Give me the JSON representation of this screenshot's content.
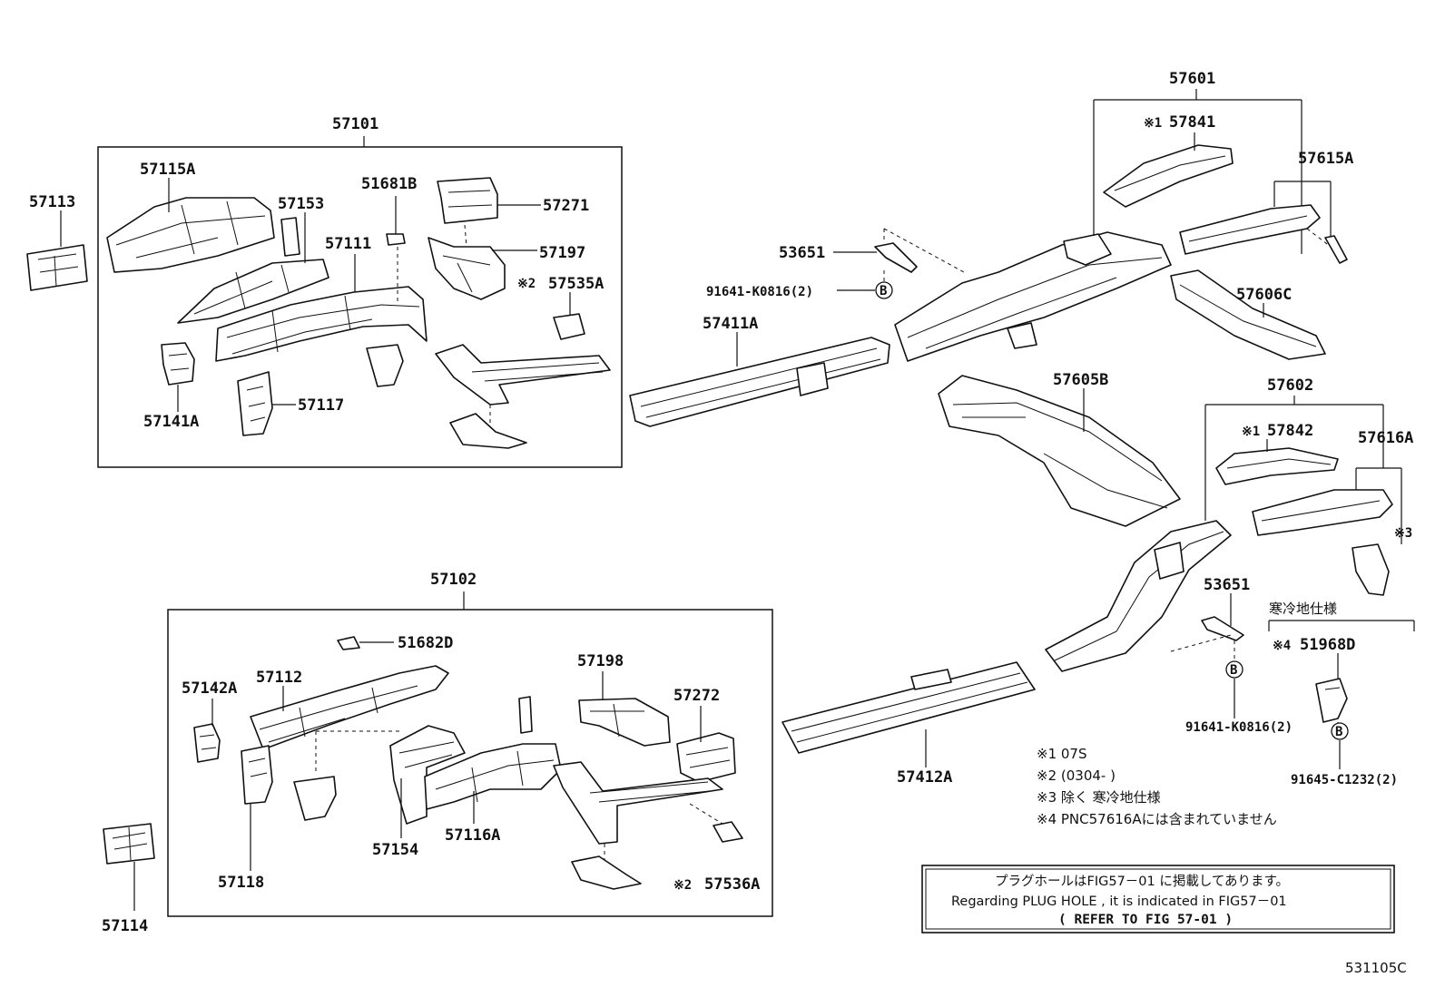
{
  "parts": {
    "p57101": "57101",
    "p57102": "57102",
    "p57113": "57113",
    "p57114": "57114",
    "p57115A": "57115A",
    "p57153": "57153",
    "p51681B": "51681B",
    "p57271": "57271",
    "p57111": "57111",
    "p57197": "57197",
    "p57535A": "57535A",
    "p57141A": "57141A",
    "p57117": "57117",
    "p51682D": "51682D",
    "p57142A": "57142A",
    "p57112": "57112",
    "p57198": "57198",
    "p57272": "57272",
    "p57118": "57118",
    "p57154": "57154",
    "p57116A": "57116A",
    "p57536A": "57536A",
    "p57601": "57601",
    "p57841": "57841",
    "p57615A": "57615A",
    "p53651a": "53651",
    "p91641a": "91641-K0816(2)",
    "p57411A": "57411A",
    "p57606C": "57606C",
    "p57605B": "57605B",
    "p57602": "57602",
    "p57842": "57842",
    "p57616A": "57616A",
    "p53651b": "53651",
    "p91641b": "91641-K0816(2)",
    "p57412A": "57412A",
    "p51968D": "51968D",
    "p91645": "91645-C1232(2)"
  },
  "marks": {
    "m1": "※1",
    "m2": "※2",
    "m3": "※3",
    "m4": "※4",
    "bolt": "B"
  },
  "cold_spec": "寒冷地仕様",
  "notes": [
    "※1 07S",
    "※2 (0304-        )",
    "※3 除く 寒冷地仕様",
    "※4 PNC57616Aには含まれていません"
  ],
  "reference": {
    "line1": "プラグホールはFIG57－01 に掲載してあります。",
    "line2": "Regarding  PLUG  HOLE  ,  it  is  indicated  in  FIG57－01",
    "line3": "(   REFER  TO  FIG  57-01 )"
  },
  "figure_code": "531105C"
}
